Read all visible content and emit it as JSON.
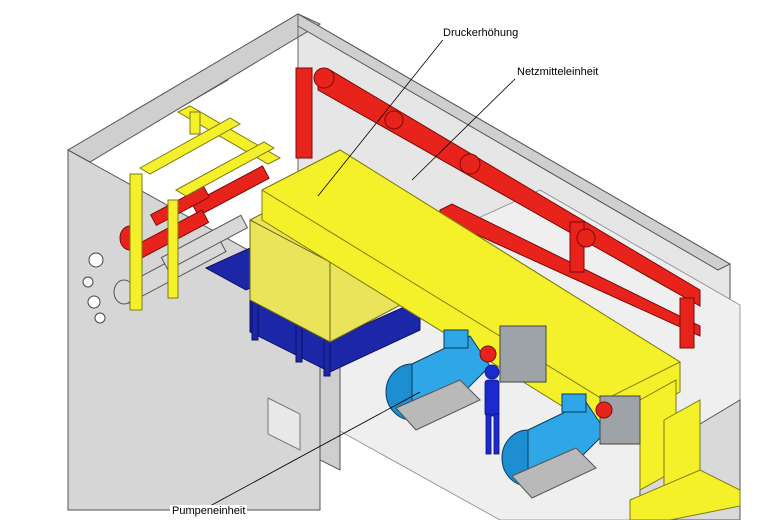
{
  "labels": {
    "druckerhoehung": "Druckerhöhung",
    "netzmitteleinheit": "Netzmitteleinheit",
    "pumpeneinheit": "Pumpeneinheit"
  },
  "colors": {
    "pipe_red": "#e8231c",
    "beam_yellow": "#f4f12a",
    "tank_yellow": "#e9e45a",
    "pump_blue": "#2fa6e6",
    "frame_navy": "#1c27a8",
    "person_blue": "#1a2ad0",
    "wall_grey": "#d9d9d9",
    "floor_grey": "#efefef"
  },
  "icons": {
    "person": "person-icon"
  }
}
